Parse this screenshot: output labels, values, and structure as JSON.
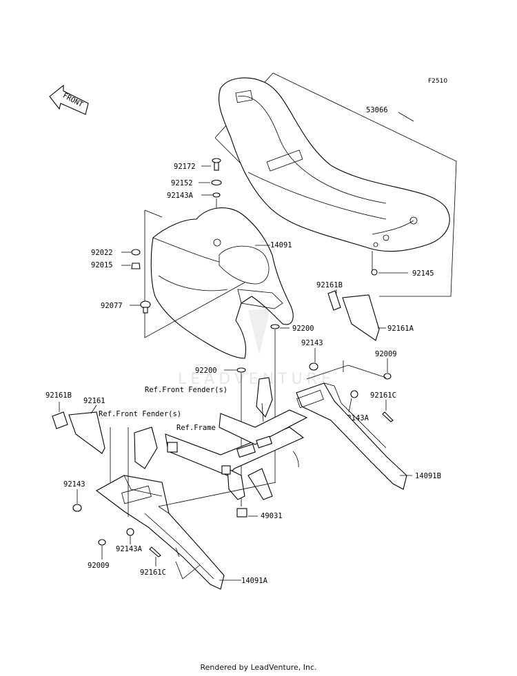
{
  "diagram_code": "F2510",
  "front_label": "FRONT",
  "watermark": "LEADVENTURE",
  "footer": "Rendered by LeadVenture, Inc.",
  "parts": {
    "p53066": "53066",
    "p92172": "92172",
    "p92152": "92152",
    "p92143A_top": "92143A",
    "p14091": "14091",
    "p92022": "92022",
    "p92015": "92015",
    "p92145": "92145",
    "p92077": "92077",
    "p92161B_right": "92161B",
    "p92200_a": "92200",
    "p92161A": "92161A",
    "p92143_right": "92143",
    "p92009_right": "92009",
    "p92200_b": "92200",
    "p92161C_right": "92161C",
    "p92143A_right": "92143A",
    "p92161B_left": "92161B",
    "p92161": "92161",
    "p14091B": "14091B",
    "p92143_left": "92143",
    "p49031": "49031",
    "p92143A_left": "92143A",
    "p92009_left": "92009",
    "p92161C_left": "92161C",
    "p14091A": "14091A"
  },
  "references": {
    "front_fender_right": "Ref.Front Fender(s)",
    "front_fender_left": "Ref.Front Fender(s)",
    "frame": "Ref.Frame"
  }
}
